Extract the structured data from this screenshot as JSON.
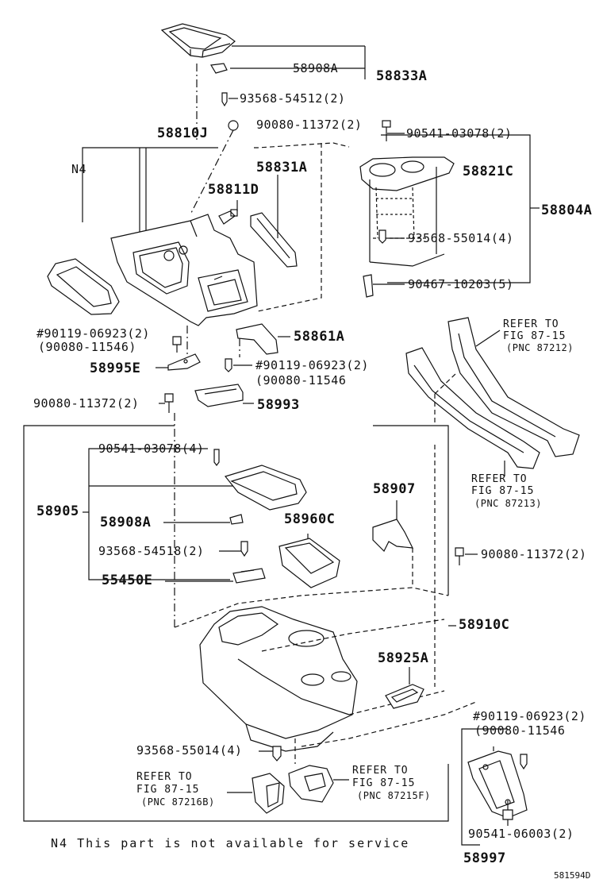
{
  "labels": {
    "l_58908A_top": "58908A",
    "l_58833A": "58833A",
    "l_93568_54512": "93568-54512(2)",
    "l_58810J": "58810J",
    "l_90080_11372_top": "90080-11372(2)",
    "l_90541_03078_top": "90541-03078(2)",
    "l_N4": "N4",
    "l_58831A": "58831A",
    "l_58821C": "58821C",
    "l_58811D": "58811D",
    "l_58804A": "58804A",
    "l_93568_55014_top": "93568-55014(4)",
    "l_90467_10203": "90467-10203(5)",
    "l_refer1": "REFER TO",
    "l_fig1": "FIG 87-15",
    "l_pnc1": "(PNC 87212)",
    "l_90119_left": "#90119-06923(2)",
    "l_90080_11546_left": "(90080-11546)",
    "l_58861A": "58861A",
    "l_58995E": "58995E",
    "l_90119_mid": "#90119-06923(2)",
    "l_90080_11546_mid": "(90080-11546",
    "l_90080_11372_left": "90080-11372(2)",
    "l_58993": "58993",
    "l_90541_03078_4": "90541-03078(4)",
    "l_refer2": "REFER TO",
    "l_fig2": "FIG 87-15",
    "l_pnc2": "(PNC 87213)",
    "l_58907": "58907",
    "l_58905": "58905",
    "l_58908A_mid": "58908A",
    "l_58960C": "58960C",
    "l_93568_54518": "93568-54518(2)",
    "l_90080_11372_right": "90080-11372(2)",
    "l_55450E": "55450E",
    "l_58910C": "58910C",
    "l_58925A": "58925A",
    "l_90119_right": "#90119-06923(2)",
    "l_90080_11546_right": "(90080-11546",
    "l_93568_55014_bottom": "93568-55014(4)",
    "l_refer3": "REFER TO",
    "l_fig3": "FIG 87-15",
    "l_pnc3": "(PNC 87216B)",
    "l_refer4": "REFER TO",
    "l_fig4": "FIG 87-15",
    "l_pnc4": "(PNC 87215F)",
    "l_90541_06003": "90541-06003(2)",
    "l_note": "N4 This part is not available for service",
    "l_58997": "58997",
    "l_figid": "581594D"
  }
}
